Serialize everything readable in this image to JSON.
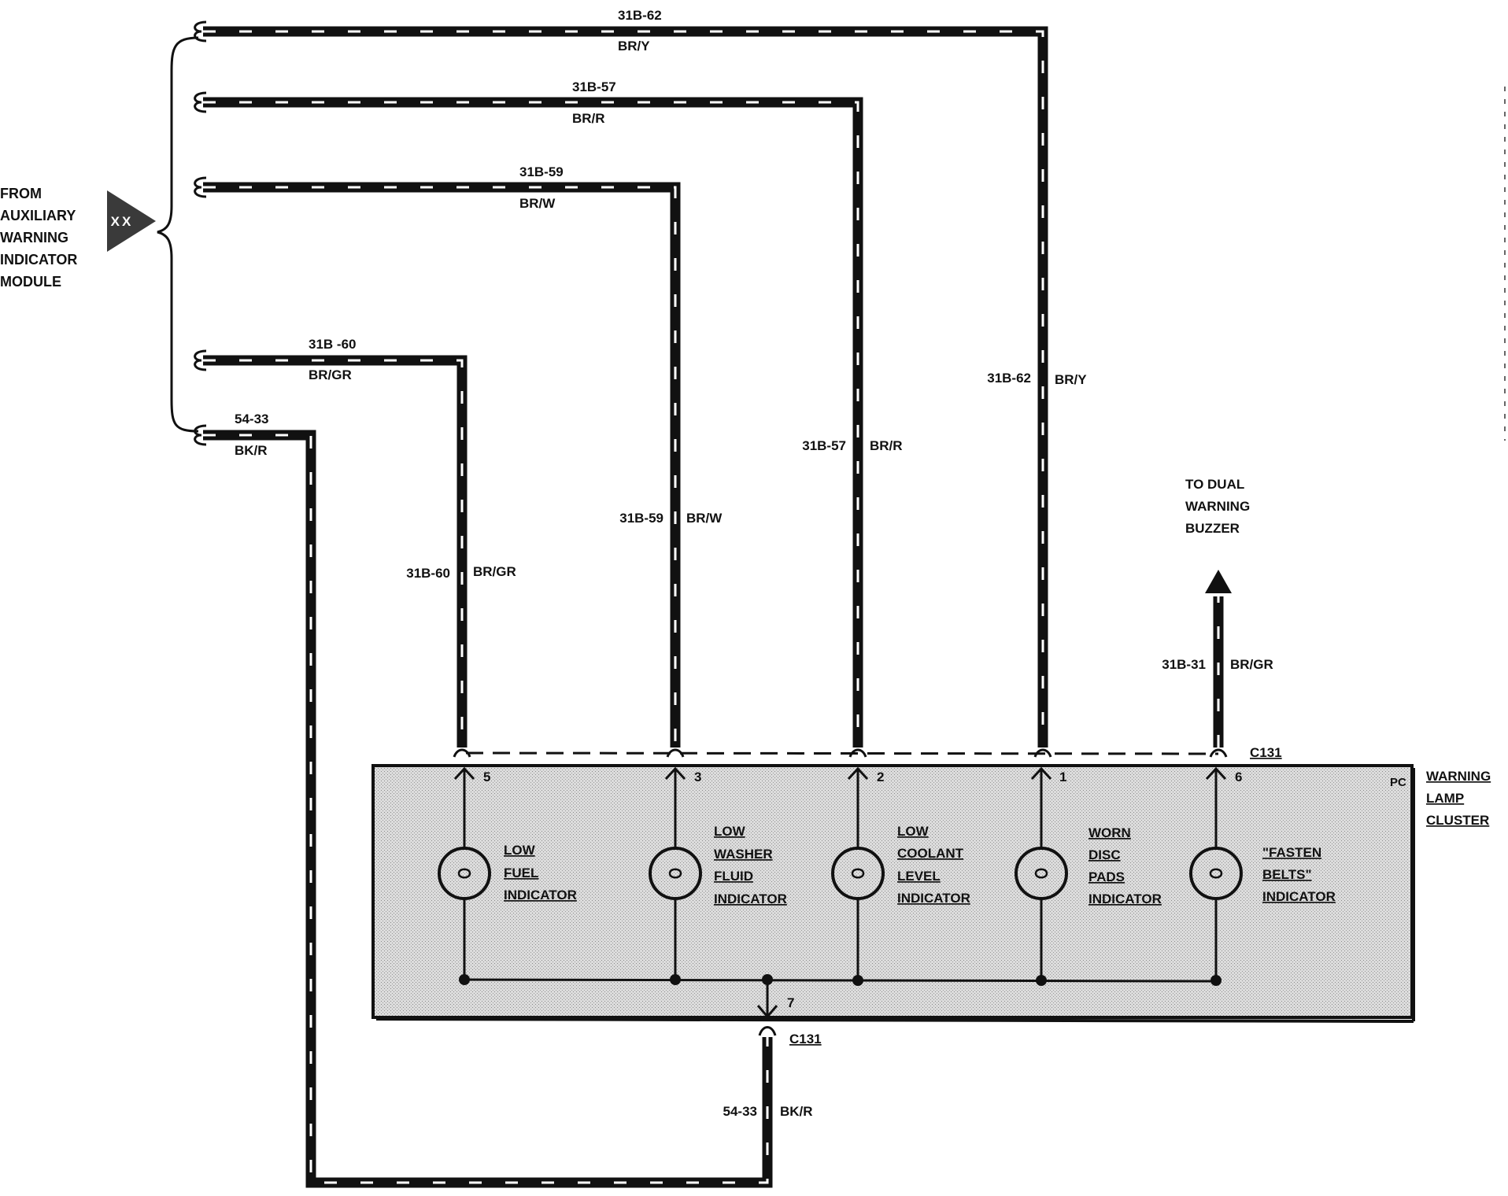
{
  "source": {
    "lines": [
      "FROM",
      "AUXILIARY",
      "WARNING",
      "INDICATOR",
      "MODULE"
    ],
    "connector_symbol": "XX"
  },
  "wires": {
    "w62": {
      "circuit": "31B-62",
      "color": "BR/Y"
    },
    "w57": {
      "circuit": "31B-57",
      "color": "BR/R"
    },
    "w59": {
      "circuit": "31B-59",
      "color": "BR/W"
    },
    "w60": {
      "circuit": "31B -60",
      "circuit_vertical": "31B-60",
      "color": "BR/GR"
    },
    "w54": {
      "circuit": "54-33",
      "color": "BK/R"
    },
    "w31": {
      "circuit": "31B-31",
      "color": "BR/GR"
    }
  },
  "buzzer": {
    "lines": [
      "TO DUAL",
      "WARNING",
      "BUZZER"
    ]
  },
  "connector": {
    "top": "C131",
    "bottom": "C131"
  },
  "cluster": {
    "lines": [
      "WARNING",
      "LAMP",
      "CLUSTER"
    ],
    "code": "PC"
  },
  "pins": {
    "p5": "5",
    "p3": "3",
    "p2": "2",
    "p1": "1",
    "p6": "6",
    "p7": "7"
  },
  "lamps": {
    "fuel": [
      "LOW",
      "FUEL",
      "INDICATOR"
    ],
    "washer": [
      "LOW",
      "WASHER",
      "FLUID",
      "INDICATOR"
    ],
    "coolant": [
      "LOW",
      "COOLANT",
      "LEVEL",
      "INDICATOR"
    ],
    "disc": [
      "WORN",
      "DISC",
      "PADS",
      "INDICATOR"
    ],
    "belts": [
      "\"FASTEN",
      "BELTS\"",
      "INDICATOR"
    ]
  }
}
